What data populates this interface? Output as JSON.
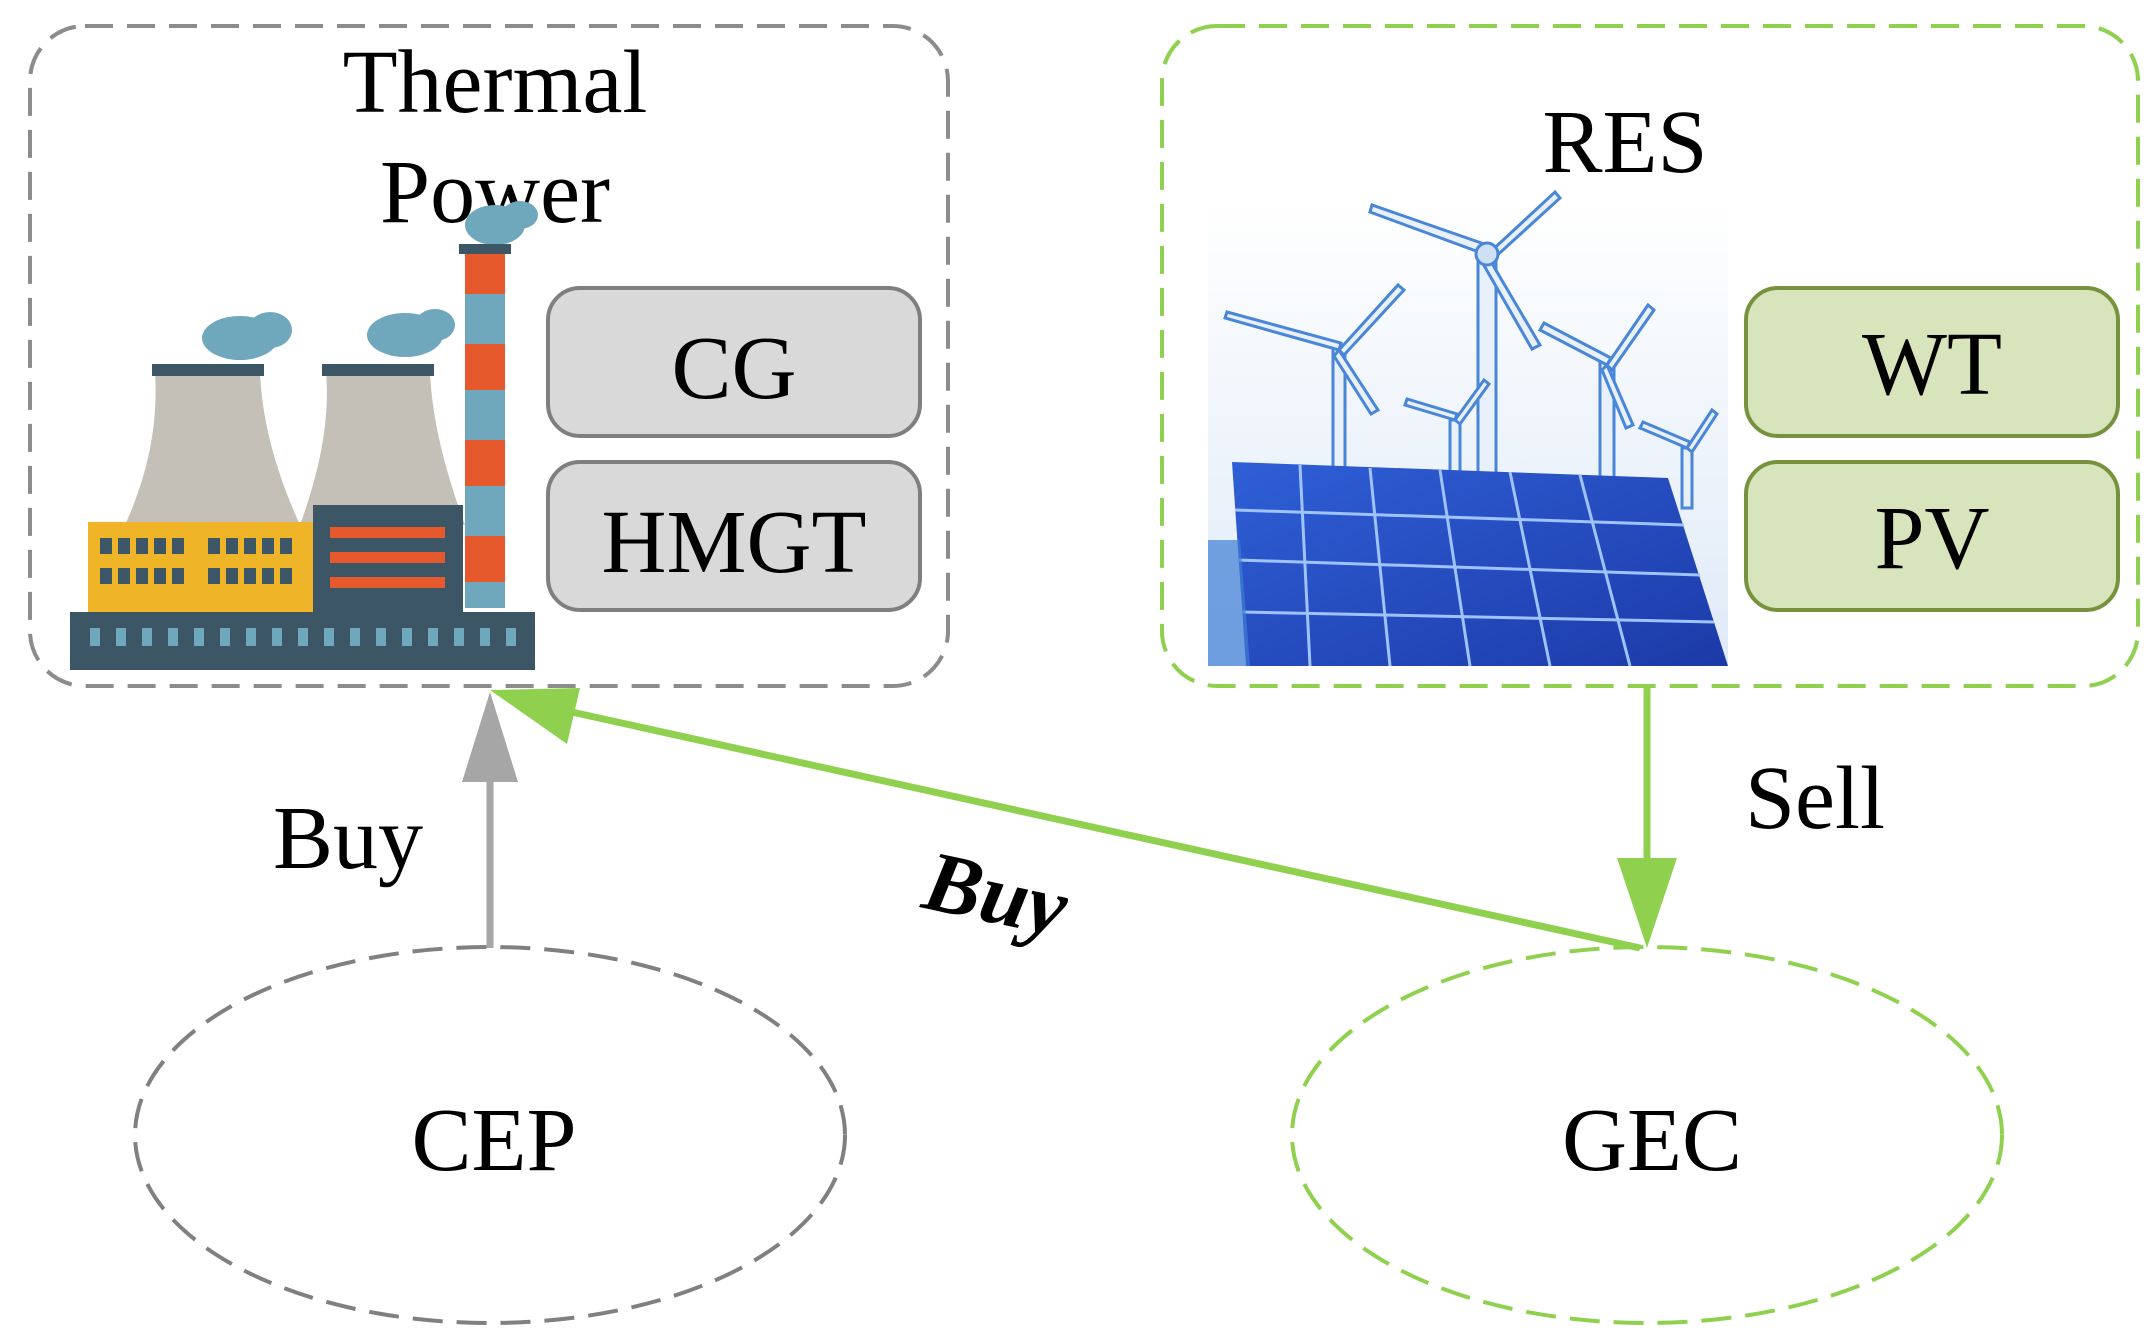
{
  "thermal": {
    "title_line1": "Thermal",
    "title_line2": "Power",
    "units": [
      "CG",
      "HMGT"
    ],
    "icon": "factory-icon"
  },
  "res": {
    "title": "RES",
    "units": [
      "WT",
      "PV"
    ],
    "icon": "wind-solar-icon"
  },
  "nodes": {
    "cep": "CEP",
    "gec": "GEC"
  },
  "flows": {
    "cep_to_thermal": "Buy",
    "gec_to_thermal": "Buy",
    "res_to_gec": "Sell"
  },
  "colors": {
    "gray": "#8c8c8c",
    "green": "#8fd14f",
    "unit_gray_fill": "#d9d9d9",
    "unit_green_fill": "#d8e4bc",
    "unit_green_stroke": "#76923c"
  }
}
